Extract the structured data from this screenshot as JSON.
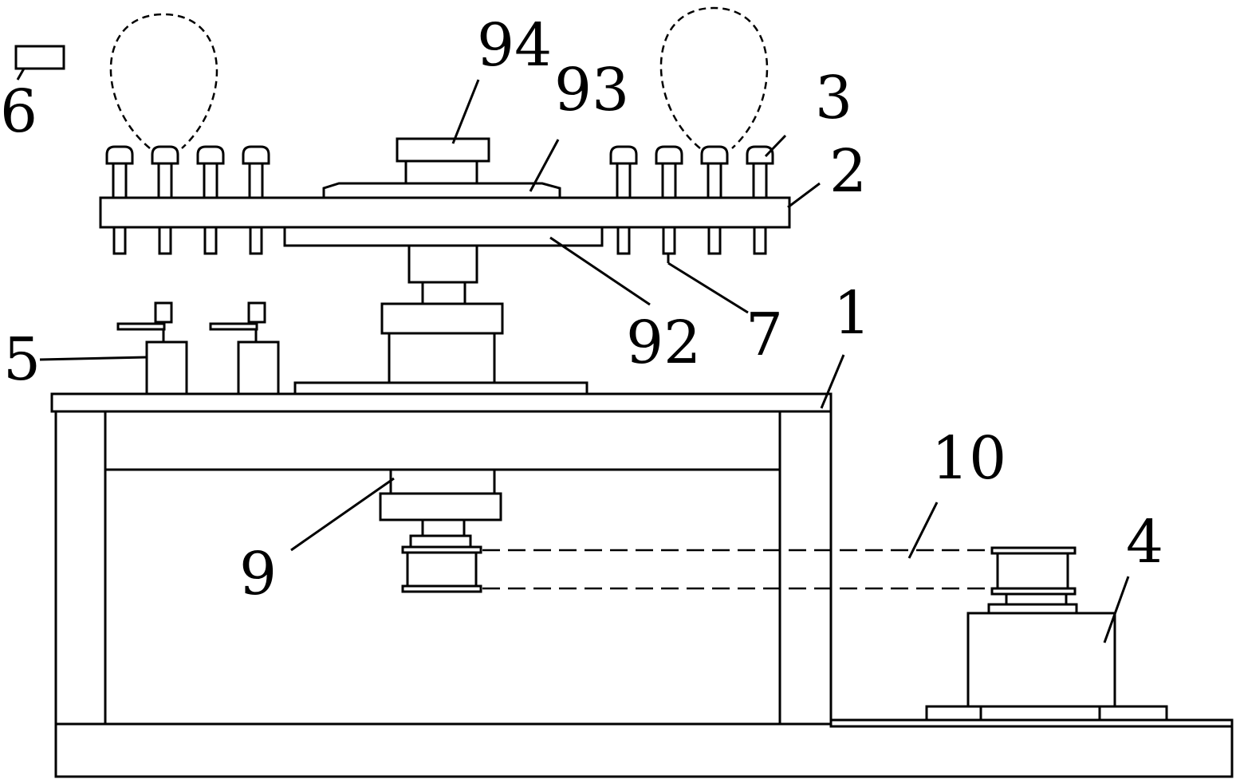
{
  "labels": {
    "l1": "1",
    "l2": "2",
    "l3": "3",
    "l4": "4",
    "l5": "5",
    "l6": "6",
    "l7": "7",
    "l9": "9",
    "l10": "10",
    "l92": "92",
    "l93": "93",
    "l94": "94"
  }
}
